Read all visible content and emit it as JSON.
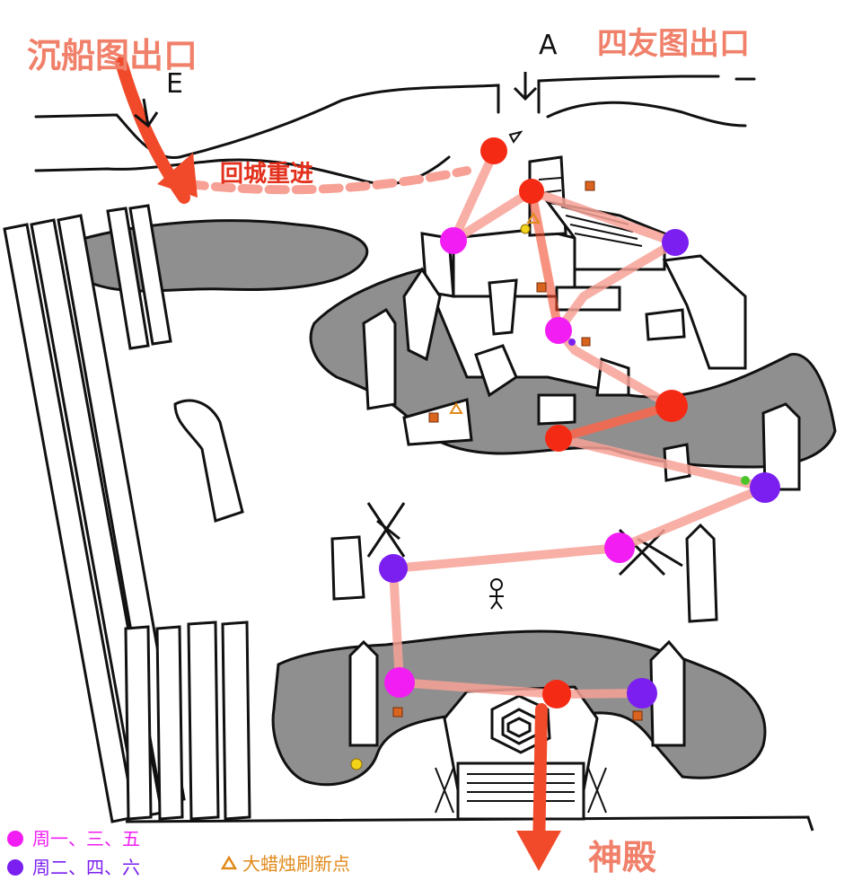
{
  "labels": {
    "sunken_ship_exit": "沉船图出口",
    "four_seasons_exit": "四友图出口",
    "return_reenter": "回城重进",
    "temple": "神殿",
    "marker_a": "A",
    "marker_e": "E"
  },
  "legend": {
    "mwf": "周一、三、五",
    "tts": "周二、四、六",
    "candle": "大蜡烛刷新点"
  },
  "colors": {
    "route": "#f04a2a",
    "route_light": "#f7a196",
    "node_red": "#f52a14",
    "node_magenta": "#f21df2",
    "node_purple": "#7a1ff0",
    "ground": "#8f8f8f",
    "candle_marker": "#e08a1a",
    "candle_box": "#d8641f"
  },
  "icons": [
    "candle-triangle-icon",
    "candle-box-icon",
    "stick-figure-icon",
    "down-arrow-icon"
  ]
}
